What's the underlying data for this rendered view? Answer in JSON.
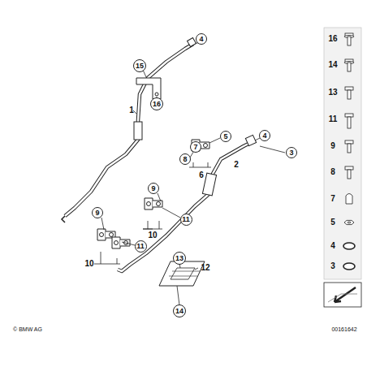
{
  "diagram": {
    "nodes": [
      {
        "text": [
          "4"
        ]
      },
      {
        "text": [
          "15"
        ]
      },
      {
        "text": [
          "16"
        ]
      },
      {
        "text": [
          "5"
        ]
      },
      {
        "text": [
          "7"
        ]
      },
      {
        "text": [
          "8"
        ]
      },
      {
        "text": [
          "4"
        ]
      },
      {
        "text": [
          "3"
        ]
      },
      {
        "text": [
          "9"
        ]
      },
      {
        "text": [
          "11"
        ]
      },
      {
        "text": [
          "9"
        ]
      },
      {
        "text": [
          "11"
        ]
      },
      {
        "text": [
          "13"
        ]
      },
      {
        "text": [
          "14"
        ]
      }
    ],
    "labels": [
      "1",
      "6",
      "2",
      "10",
      "10",
      "12",
      "16",
      "14",
      "13",
      "11",
      "9",
      "8",
      "7",
      "5",
      "4",
      "3",
      "© BMW AG",
      "00161642"
    ]
  }
}
